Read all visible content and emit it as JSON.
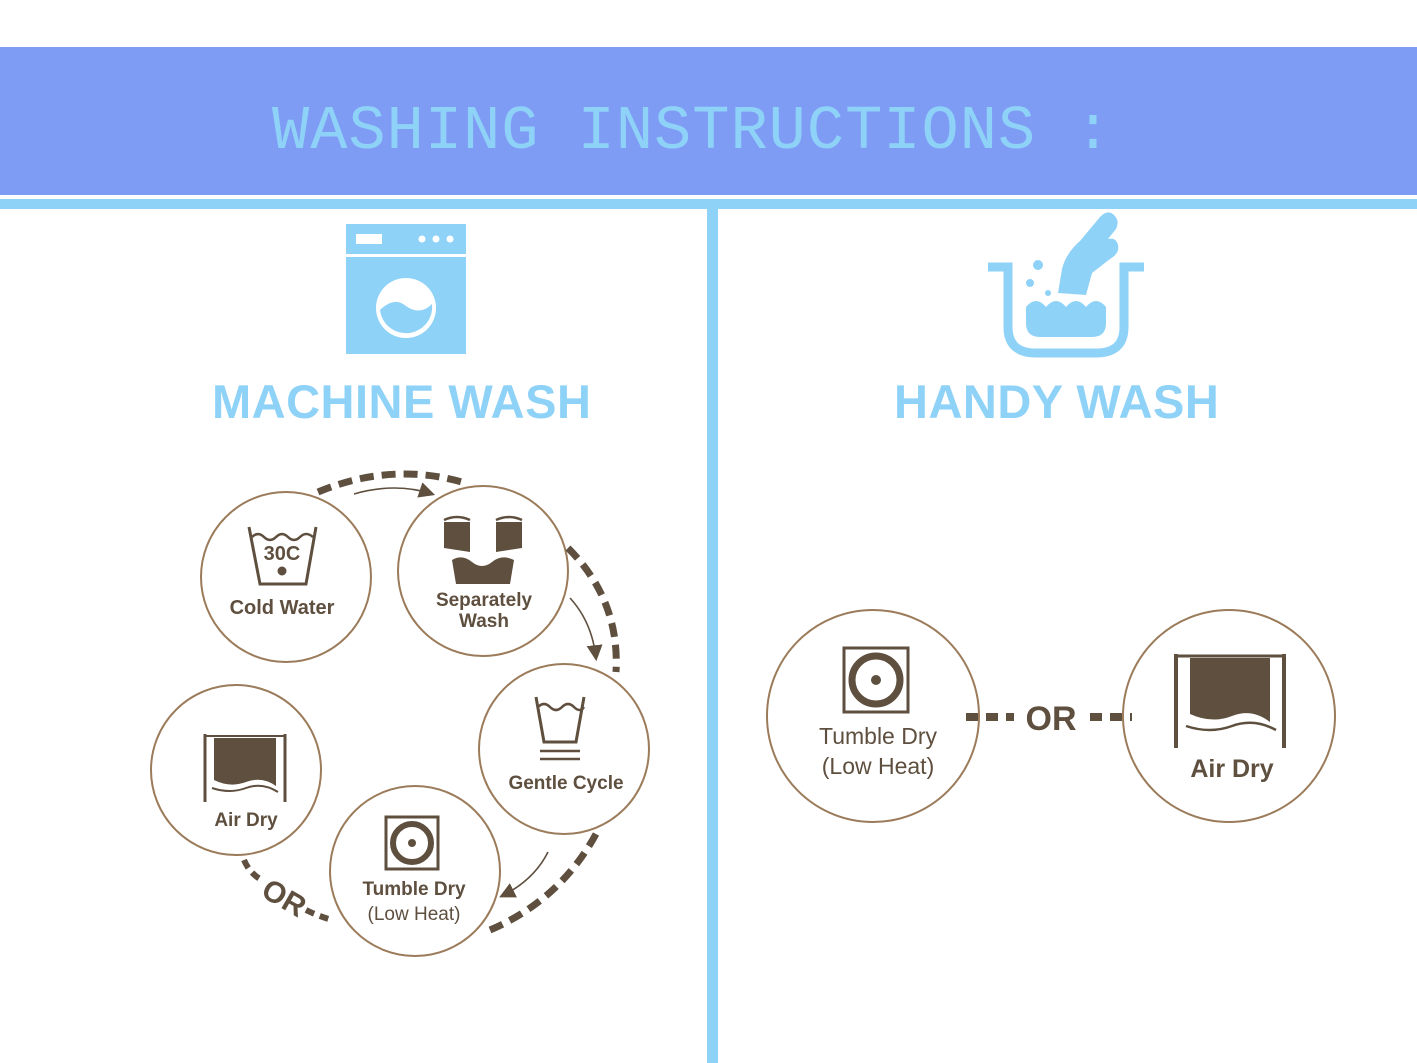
{
  "header": {
    "title": "WASHING INSTRUCTIONS :"
  },
  "machine": {
    "title": "MACHINE WASH",
    "icon": "washing-machine-icon",
    "steps": {
      "cold_water": {
        "temp": "30C",
        "label": "Cold Water",
        "icon": "wash-30c-icon"
      },
      "separately_wash": {
        "label_line1": "Separately",
        "label_line2": "Wash",
        "icon": "separate-wash-icon"
      },
      "gentle_cycle": {
        "label": "Gentle Cycle",
        "icon": "gentle-cycle-icon"
      },
      "tumble_dry": {
        "label_line1": "Tumble Dry",
        "label_line2": "(Low Heat)",
        "icon": "tumble-dry-icon"
      },
      "air_dry": {
        "label": "Air Dry",
        "icon": "air-dry-icon"
      }
    },
    "or_label": "OR"
  },
  "hand": {
    "title": "HANDY WASH",
    "icon": "hand-wash-icon",
    "tumble_dry": {
      "label_line1": "Tumble Dry",
      "label_line2": "(Low Heat)",
      "icon": "tumble-dry-icon"
    },
    "air_dry": {
      "label": "Air Dry",
      "icon": "air-dry-icon"
    },
    "or_label": "OR"
  },
  "colors": {
    "banner": "#7f9cf5",
    "accent": "#8fd2f7",
    "brown": "#5e4f3f",
    "circle_border": "#9b7b5a"
  }
}
